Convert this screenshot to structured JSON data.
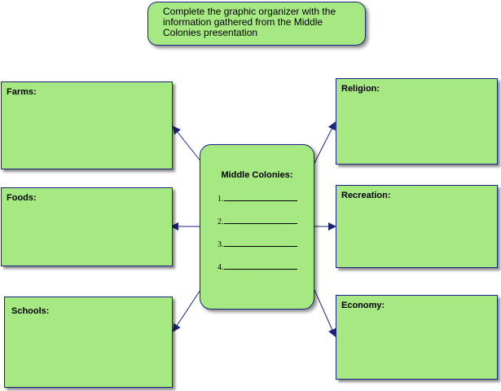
{
  "instructions": "Complete the graphic organizer with the information gathered from the Middle Colonies presentation",
  "center": {
    "title": "Middle Colonies:",
    "lines": [
      "1.",
      "2.",
      "3.",
      "4."
    ]
  },
  "boxes": {
    "farms": "Farms:",
    "foods": "Foods:",
    "schools": "Schools:",
    "religion": "Religion:",
    "recreation": "Recreation:",
    "economy": "Economy:"
  },
  "colors": {
    "fill": "#a6e882",
    "border": "#1a237e",
    "arrow": "#1a237e"
  }
}
